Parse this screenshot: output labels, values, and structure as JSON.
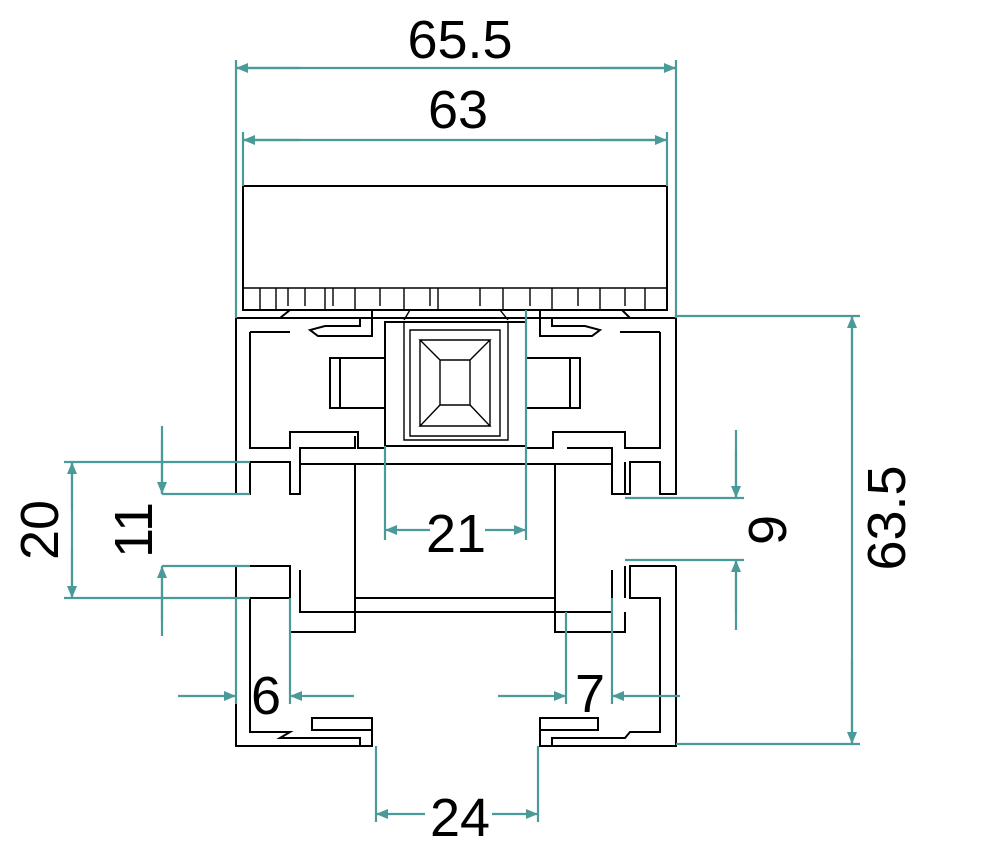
{
  "colors": {
    "dimension": "#4a9a9a",
    "outline": "#000000",
    "background": "#ffffff"
  },
  "dimensions": {
    "overall_width": "65.5",
    "cap_width": "63",
    "overall_height": "63.5",
    "chamber_height": "20",
    "groove_height_left": "11",
    "groove_height_right": "9",
    "thermal_break_width": "21",
    "lip_width_left": "6",
    "lip_width_right": "7",
    "bottom_slot_width": "24"
  }
}
